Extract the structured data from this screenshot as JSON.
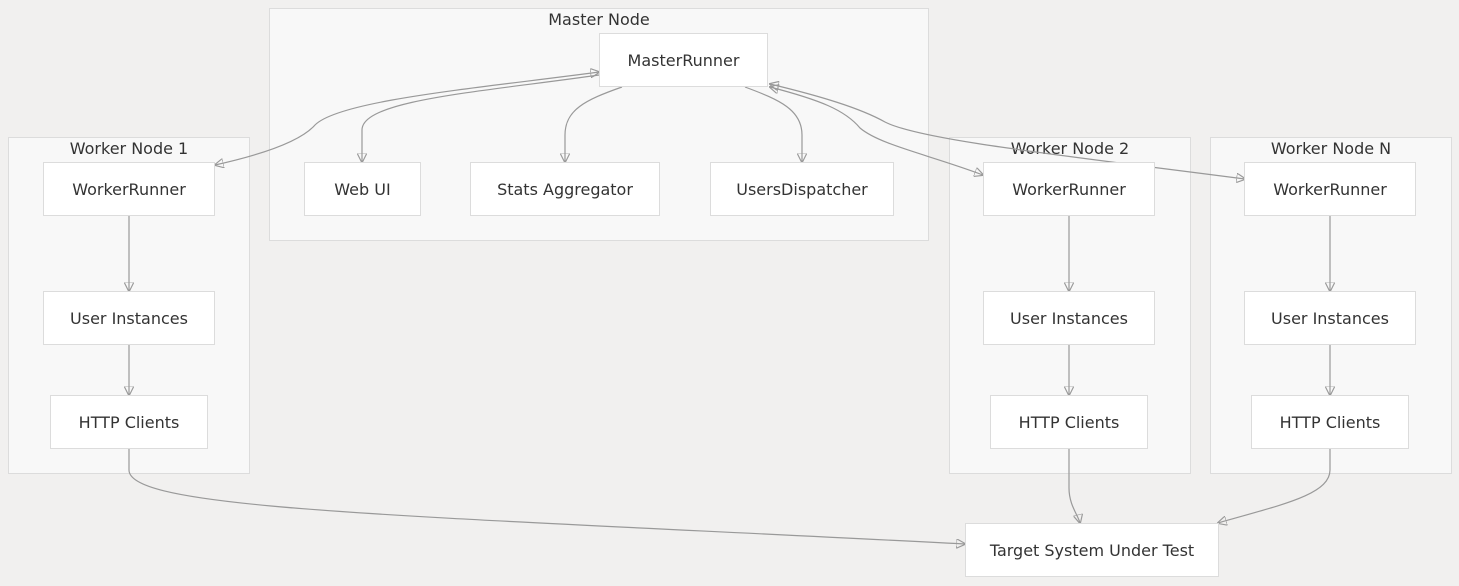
{
  "clusters": {
    "master": "Master Node",
    "worker1": "Worker Node 1",
    "worker2": "Worker Node 2",
    "workerN": "Worker Node N"
  },
  "nodes": {
    "master_runner": "MasterRunner",
    "web_ui": "Web UI",
    "stats_aggregator": "Stats Aggregator",
    "users_dispatcher": "UsersDispatcher",
    "w1_runner": "WorkerRunner",
    "w1_users": "User Instances",
    "w1_http": "HTTP Clients",
    "w2_runner": "WorkerRunner",
    "w2_users": "User Instances",
    "w2_http": "HTTP Clients",
    "wN_runner": "WorkerRunner",
    "wN_users": "User Instances",
    "wN_http": "HTTP Clients",
    "target": "Target System Under Test"
  },
  "colors": {
    "background": "#f1f0ef",
    "cluster_fill": "#f8f8f8",
    "node_fill": "#ffffff",
    "border": "#dcdcdc",
    "edge": "#999999",
    "text": "#333333"
  }
}
